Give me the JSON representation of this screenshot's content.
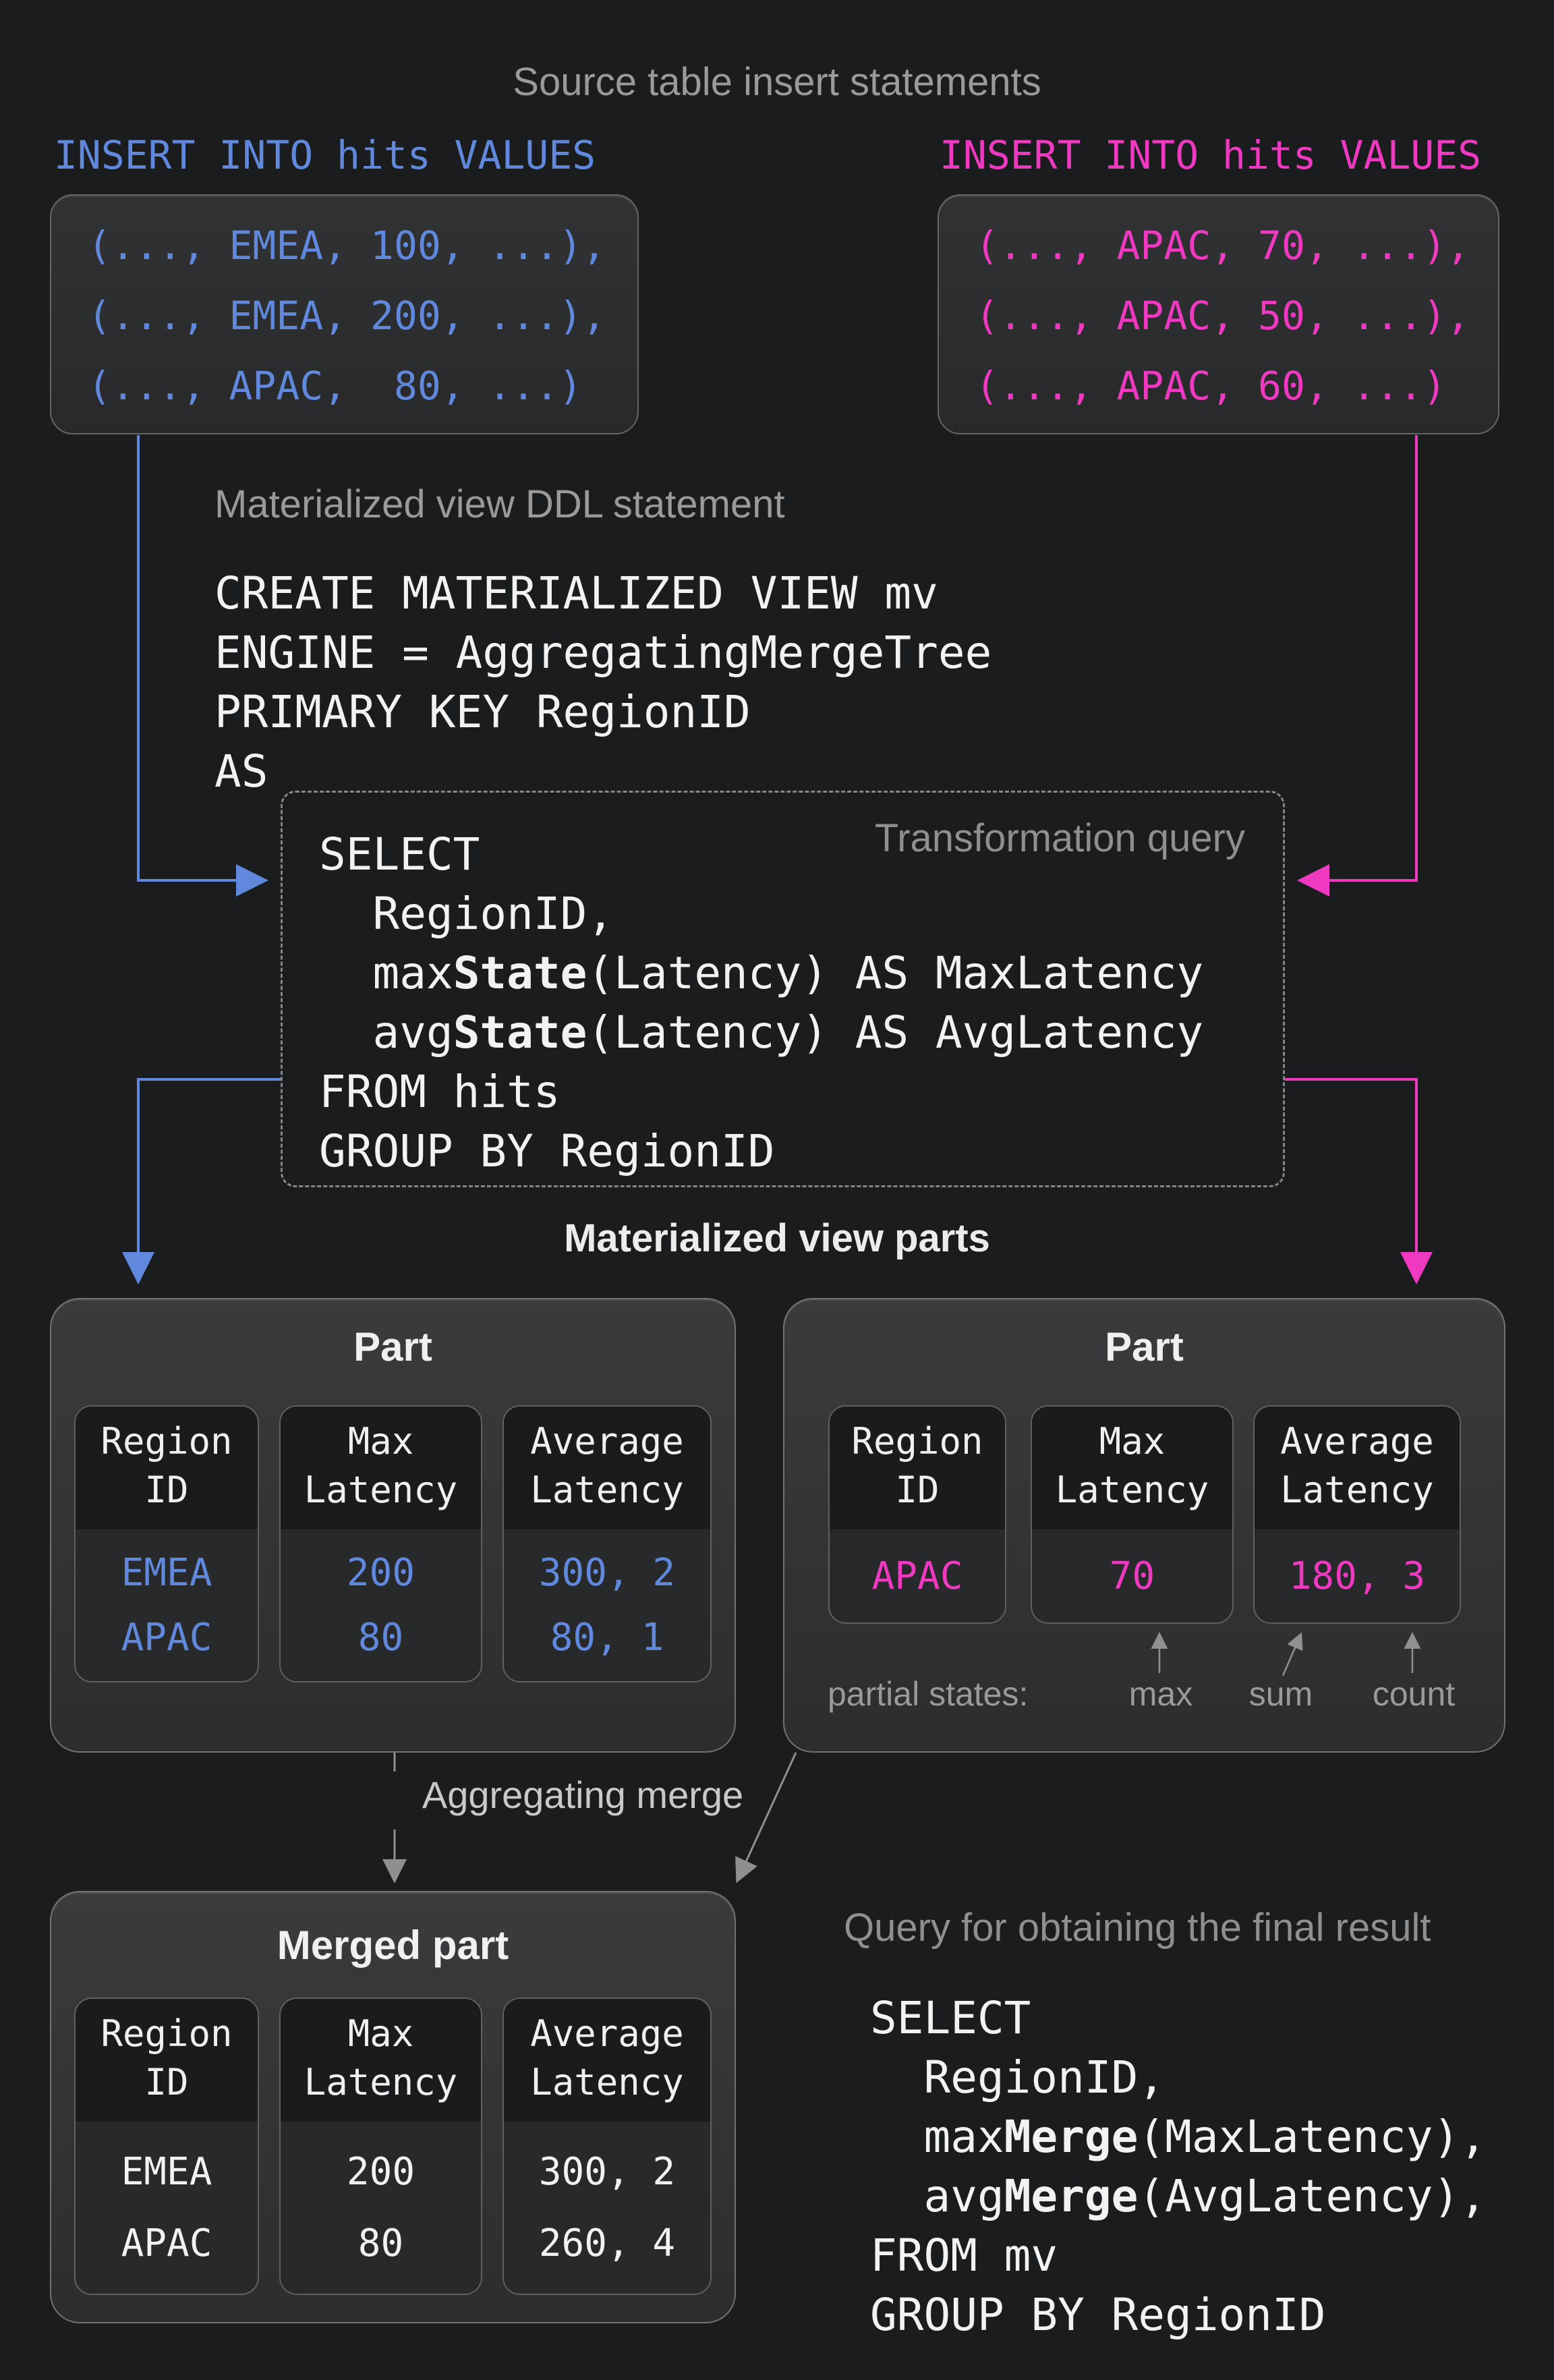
{
  "title": "Source table insert statements",
  "colors": {
    "accent-blue": "#6089dd",
    "accent-magenta": "#ee39c0",
    "code-white": "#f2f2f2",
    "label-gray": "#9a9a9a",
    "sub-label-gray": "#8f8f8f",
    "merge-label-gray": "#c9c9c9",
    "arrow-gray": "#8f8f8f",
    "page-bg": "#1b1c1e"
  },
  "insert_left": {
    "heading": "INSERT INTO hits VALUES",
    "lines": [
      "(..., EMEA, 100, ...),",
      "(..., EMEA, 200, ...),",
      "(..., APAC,  80, ...)"
    ]
  },
  "insert_right": {
    "heading": "INSERT INTO hits VALUES",
    "lines": [
      "(..., APAC, 70, ...),",
      "(..., APAC, 50, ...),",
      "(..., APAC, 60, ...)"
    ]
  },
  "ddl": {
    "label": "Materialized view DDL statement",
    "lines": [
      "CREATE MATERIALIZED VIEW mv",
      "ENGINE = AggregatingMergeTree",
      "PRIMARY KEY RegionID",
      "AS"
    ]
  },
  "transform_query": {
    "label": "Transformation query",
    "lines": [
      {
        "pre": "SELECT",
        "bold": "",
        "post": ""
      },
      {
        "pre": "  RegionID,",
        "bold": "",
        "post": ""
      },
      {
        "pre": "  max",
        "bold": "State",
        "post": "(Latency) AS MaxLatency"
      },
      {
        "pre": "  avg",
        "bold": "State",
        "post": "(Latency) AS AvgLatency"
      },
      {
        "pre": "FROM hits",
        "bold": "",
        "post": ""
      },
      {
        "pre": "GROUP BY RegionID",
        "bold": "",
        "post": ""
      }
    ]
  },
  "parts_title": "Materialized view parts",
  "part_left": {
    "title": "Part",
    "columns": [
      {
        "header": [
          "Region",
          "ID"
        ],
        "values": [
          "EMEA",
          "APAC"
        ]
      },
      {
        "header": [
          "Max",
          "Latency"
        ],
        "values": [
          "200",
          "80"
        ]
      },
      {
        "header": [
          "Average",
          "Latency"
        ],
        "values": [
          "300, 2",
          "80, 1"
        ]
      }
    ]
  },
  "part_right": {
    "title": "Part",
    "columns": [
      {
        "header": [
          "Region",
          "ID"
        ],
        "values": [
          "APAC"
        ]
      },
      {
        "header": [
          "Max",
          "Latency"
        ],
        "values": [
          "70"
        ]
      },
      {
        "header": [
          "Average",
          "Latency"
        ],
        "values": [
          "180, 3"
        ]
      }
    ],
    "partial": {
      "label": "partial states:",
      "tags": [
        "max",
        "sum",
        "count"
      ]
    }
  },
  "merge_label": "Aggregating merge",
  "merged_part": {
    "title": "Merged part",
    "columns": [
      {
        "header": [
          "Region",
          "ID"
        ],
        "values": [
          "EMEA",
          "APAC"
        ]
      },
      {
        "header": [
          "Max",
          "Latency"
        ],
        "values": [
          "200",
          "80"
        ]
      },
      {
        "header": [
          "Average",
          "Latency"
        ],
        "values": [
          "300, 2",
          "260, 4"
        ]
      }
    ]
  },
  "final_query": {
    "label": "Query for obtaining the final result",
    "lines": [
      {
        "pre": "SELECT",
        "bold": "",
        "post": ""
      },
      {
        "pre": "  RegionID,",
        "bold": "",
        "post": ""
      },
      {
        "pre": "  max",
        "bold": "Merge",
        "post": "(MaxLatency),"
      },
      {
        "pre": "  avg",
        "bold": "Merge",
        "post": "(AvgLatency),"
      },
      {
        "pre": "FROM mv",
        "bold": "",
        "post": ""
      },
      {
        "pre": "GROUP BY RegionID",
        "bold": "",
        "post": ""
      }
    ]
  }
}
